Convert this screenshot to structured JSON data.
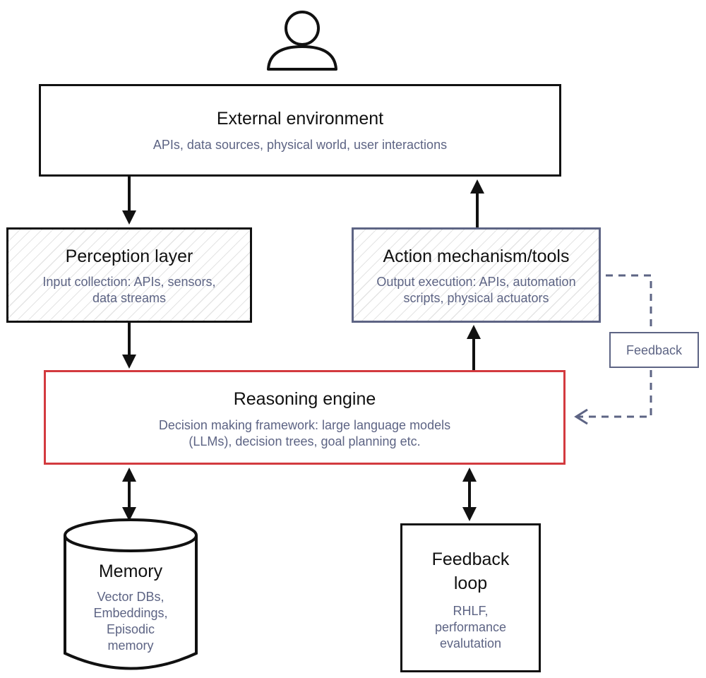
{
  "user": {
    "icon": "user-icon"
  },
  "external": {
    "title": "External environment",
    "subtitle": "APIs, data sources, physical world, user interactions"
  },
  "perception": {
    "title": "Perception layer",
    "line1": "Input collection: APIs, sensors,",
    "line2": "data streams"
  },
  "action": {
    "title": "Action mechanism/tools",
    "line1": "Output execution: APIs, automation",
    "line2": "scripts, physical actuators"
  },
  "feedback_label": "Feedback",
  "reasoning": {
    "title": "Reasoning engine",
    "line1": "Decision making framework: large language models",
    "line2": "(LLMs), decision trees, goal planning etc."
  },
  "memory": {
    "title": "Memory",
    "lines": [
      "Vector DBs,",
      "Embeddings,",
      "Episodic",
      "memory"
    ]
  },
  "feedback_loop": {
    "title_line1": "Feedback",
    "title_line2": "loop",
    "lines": [
      "RHLF,",
      "performance",
      "evalutation"
    ]
  },
  "colors": {
    "stroke": "#111111",
    "action_border": "#5d6484",
    "reasoning_border": "#d33a3f",
    "subtext": "#5d6484"
  }
}
